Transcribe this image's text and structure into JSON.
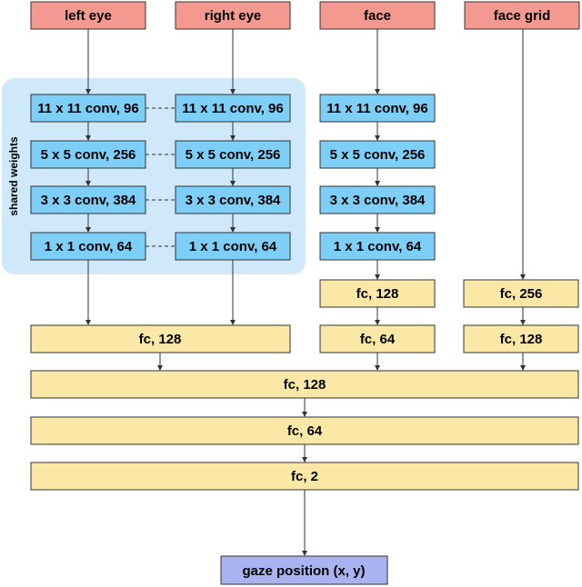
{
  "colors": {
    "input": "#f4998f",
    "conv": "#7dcff7",
    "fc": "#fce8a6",
    "output": "#a9b3ef",
    "shared_region": "#cfe9fa",
    "line": "#333333"
  },
  "shared_label": "shared weights",
  "inputs": {
    "left_eye": "left eye",
    "right_eye": "right eye",
    "face": "face",
    "face_grid": "face grid"
  },
  "left_eye_layers": [
    "11 x 11 conv, 96",
    "5 x 5 conv, 256",
    "3 x 3 conv, 384",
    "1 x 1 conv, 64"
  ],
  "right_eye_layers": [
    "11 x 11 conv, 96",
    "5 x 5 conv, 256",
    "3 x 3 conv, 384",
    "1 x 1 conv, 64"
  ],
  "face_layers": [
    "11 x 11 conv, 96",
    "5 x 5 conv, 256",
    "3 x 3 conv, 384",
    "1 x 1 conv, 64"
  ],
  "face_fc": [
    "fc, 128",
    "fc, 64"
  ],
  "grid_fc": [
    "fc, 256",
    "fc, 128"
  ],
  "eyes_fc": "fc, 128",
  "merged_fc": [
    "fc, 128",
    "fc, 64",
    "fc, 2"
  ],
  "output": "gaze position (x, y)"
}
